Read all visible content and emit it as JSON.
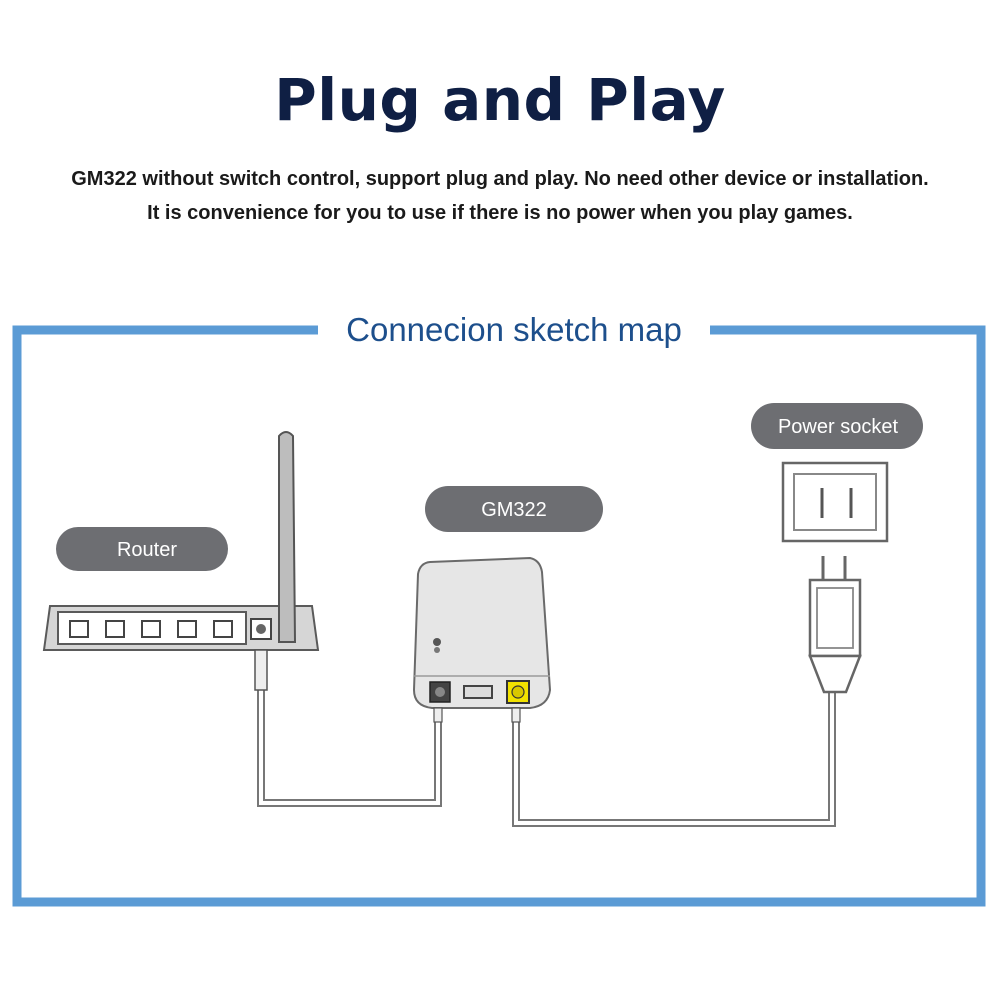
{
  "header": {
    "title": "Plug and Play",
    "description_line1": "GM322 without switch control, support plug and play. No need other device or installation.",
    "description_line2": "It is convenience for you to use if there is no power when you play games."
  },
  "diagram": {
    "frame_title": "Connecion sketch map",
    "labels": {
      "router": "Router",
      "device": "GM322",
      "power_socket": "Power socket"
    },
    "colors": {
      "frame": "#5b9bd5",
      "label_pill": "#6d6e72",
      "title_text": "#0f1f44",
      "frame_title_text": "#1d4f8c",
      "device_port_yellow": "#f2e200"
    },
    "icons": [
      "router-icon",
      "antenna-icon",
      "gm322-device-icon",
      "power-socket-icon",
      "power-plug-icon"
    ]
  }
}
